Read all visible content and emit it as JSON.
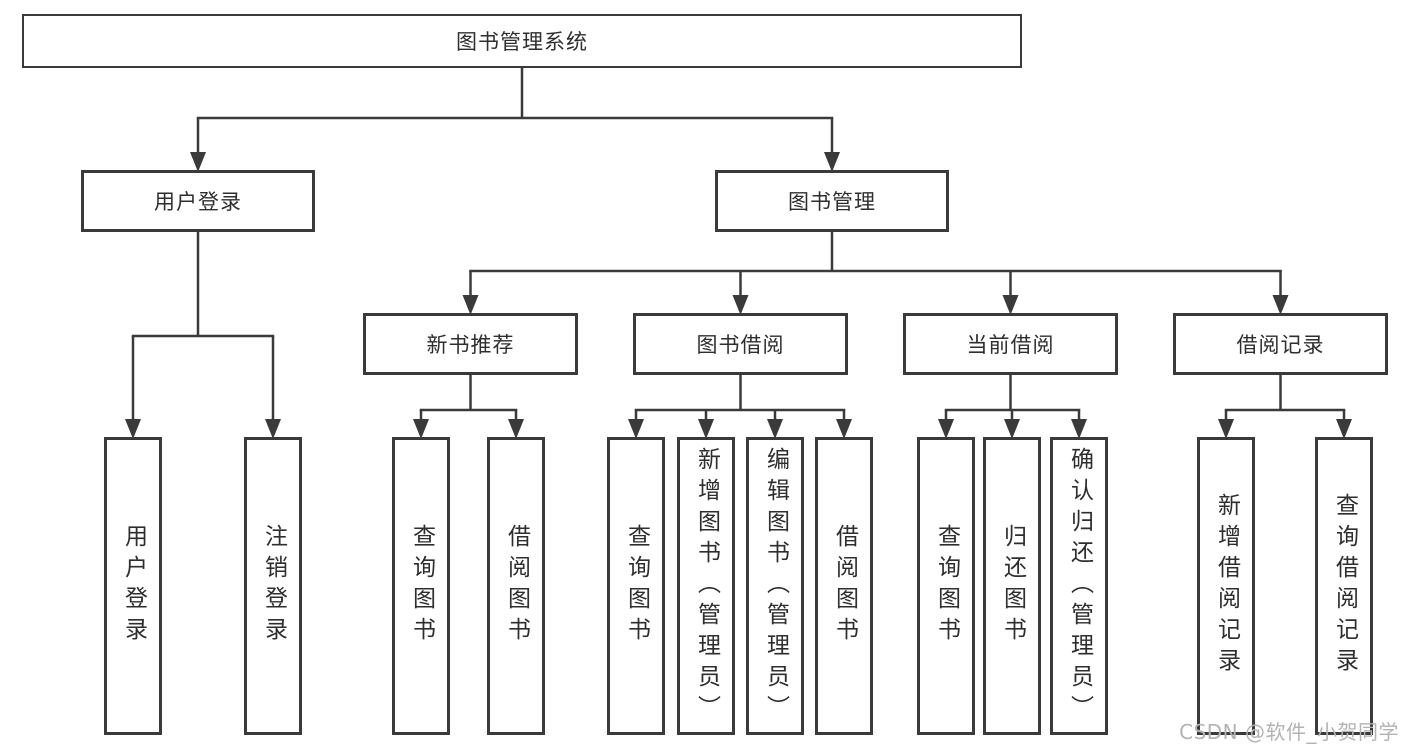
{
  "diagram_title": "图书管理系统",
  "nodes": {
    "root": "图书管理系统",
    "user_login": "用户登录",
    "book_mgmt": "图书管理",
    "new_rec": "新书推荐",
    "book_borrow": "图书借阅",
    "current_borrow": "当前借阅",
    "borrow_record": "借阅记录",
    "leaf_login": "用户登录",
    "leaf_logout": "注销登录",
    "leaf_rec_query": "查询图书",
    "leaf_rec_borrow": "借阅图书",
    "leaf_bb_query": "查询图书",
    "leaf_bb_add": "新增图书（管理员）",
    "leaf_bb_edit": "编辑图书（管理员）",
    "leaf_bb_borrow": "借阅图书",
    "leaf_cb_query": "查询图书",
    "leaf_cb_return": "归还图书",
    "leaf_cb_confirm": "确认归还（管理员）",
    "leaf_br_add": "新增借阅记录",
    "leaf_br_query": "查询借阅记录"
  },
  "edges": [
    {
      "from": "root",
      "to": [
        "user_login",
        "book_mgmt"
      ]
    },
    {
      "from": "user_login",
      "to": [
        "leaf_login",
        "leaf_logout"
      ]
    },
    {
      "from": "book_mgmt",
      "to": [
        "new_rec",
        "book_borrow",
        "current_borrow",
        "borrow_record"
      ]
    },
    {
      "from": "new_rec",
      "to": [
        "leaf_rec_query",
        "leaf_rec_borrow"
      ]
    },
    {
      "from": "book_borrow",
      "to": [
        "leaf_bb_query",
        "leaf_bb_add",
        "leaf_bb_edit",
        "leaf_bb_borrow"
      ]
    },
    {
      "from": "current_borrow",
      "to": [
        "leaf_cb_query",
        "leaf_cb_return",
        "leaf_cb_confirm"
      ]
    },
    {
      "from": "borrow_record",
      "to": [
        "leaf_br_add",
        "leaf_br_query"
      ]
    }
  ],
  "watermark": {
    "text": "CSDN @软件_小贺同学"
  },
  "colors": {
    "line": "#3a3a3a",
    "box_border": "#3a3a3a",
    "box_fill": "#ffffff",
    "text": "#2e2e2e",
    "watermark": "#b3b3b3"
  }
}
